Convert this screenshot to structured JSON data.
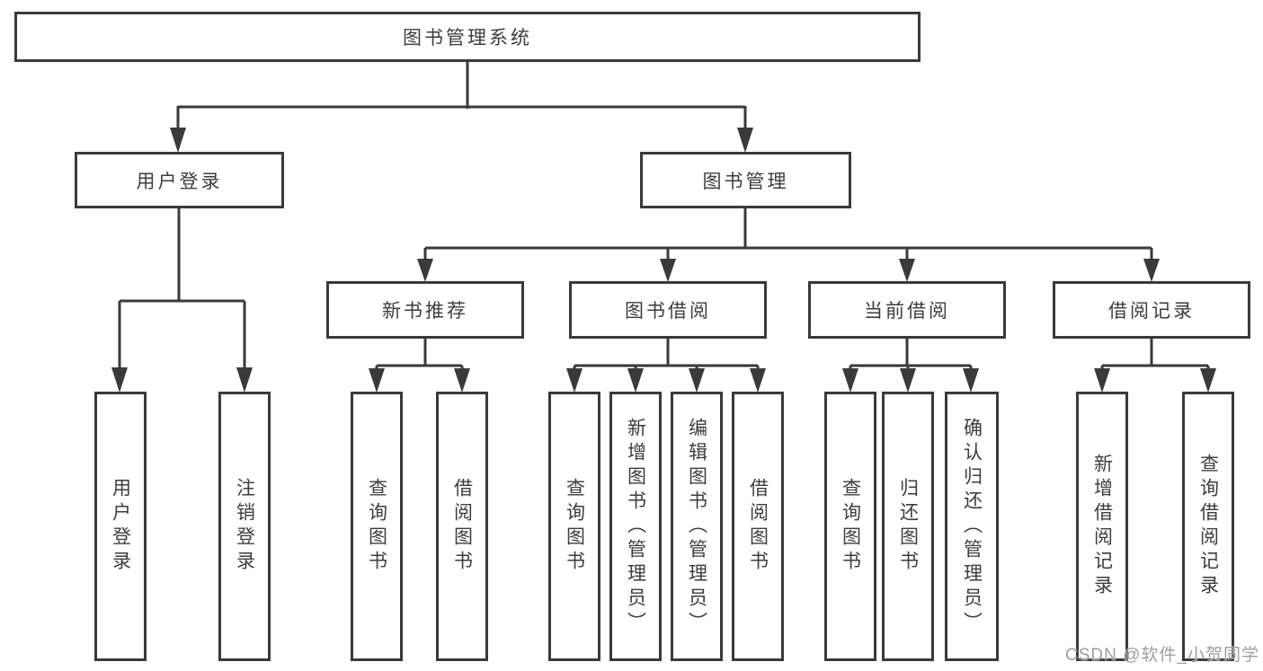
{
  "nodes": {
    "root": {
      "label": "图书管理系统"
    },
    "user_login": {
      "label": "用户登录"
    },
    "book_management": {
      "label": "图书管理"
    },
    "new_book_recommend": {
      "label": "新书推荐"
    },
    "book_borrow": {
      "label": "图书借阅"
    },
    "current_borrow": {
      "label": "当前借阅"
    },
    "borrow_records": {
      "label": "借阅记录"
    },
    "login_leaf": {
      "label": "用户登录"
    },
    "logout_leaf": {
      "label": "注销登录"
    },
    "nb_query_books": {
      "label": "查询图书"
    },
    "nb_borrow_books": {
      "label": "借阅图书"
    },
    "bb_query_books": {
      "label": "查询图书"
    },
    "bb_add_books": {
      "label": "新增图书（管理员）"
    },
    "bb_edit_books": {
      "label": "编辑图书（管理员）"
    },
    "bb_borrow_books": {
      "label": "借阅图书"
    },
    "cb_query_books": {
      "label": "查询图书"
    },
    "cb_return_books": {
      "label": "归还图书"
    },
    "cb_confirm_return": {
      "label": "确认归还（管理员）"
    },
    "br_add_record": {
      "label": "新增借阅记录"
    },
    "br_query_record": {
      "label": "查询借阅记录"
    }
  },
  "hierarchy": {
    "图书管理系统": {
      "用户登录": [
        "用户登录",
        "注销登录"
      ],
      "图书管理": {
        "新书推荐": [
          "查询图书",
          "借阅图书"
        ],
        "图书借阅": [
          "查询图书",
          "新增图书（管理员）",
          "编辑图书（管理员）",
          "借阅图书"
        ],
        "当前借阅": [
          "查询图书",
          "归还图书",
          "确认归还（管理员）"
        ],
        "借阅记录": [
          "新增借阅记录",
          "查询借阅记录"
        ]
      }
    }
  },
  "watermark": {
    "text": "CSDN @软件_小贺同学"
  },
  "colors": {
    "line": "#3a3a3a",
    "text": "#3d3d3d",
    "watermark": "#9e9e9e",
    "background": "#ffffff"
  }
}
